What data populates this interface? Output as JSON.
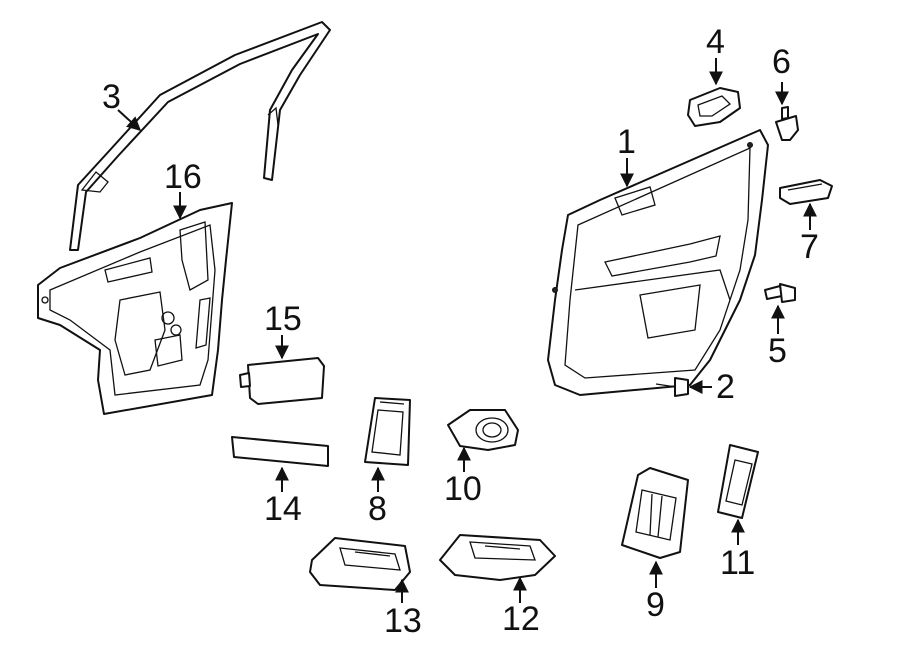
{
  "labels": {
    "1": "1",
    "2": "2",
    "3": "3",
    "4": "4",
    "5": "5",
    "6": "6",
    "7": "7",
    "8": "8",
    "9": "9",
    "10": "10",
    "11": "11",
    "12": "12",
    "13": "13",
    "14": "14",
    "15": "15",
    "16": "16"
  }
}
